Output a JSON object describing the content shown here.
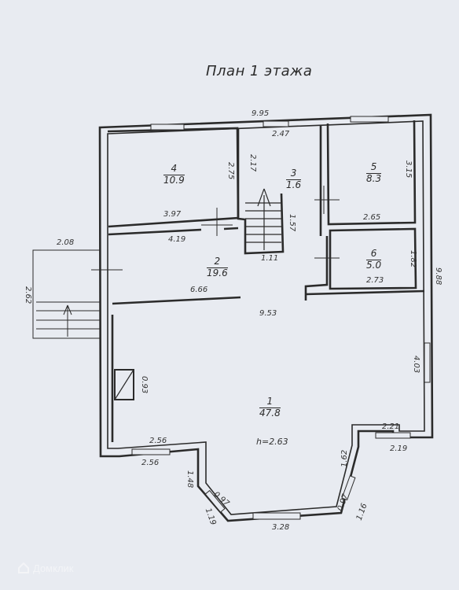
{
  "title": "План 1 этажа",
  "rooms": [
    {
      "num": "1",
      "area": "47.8"
    },
    {
      "num": "2",
      "area": "19.6"
    },
    {
      "num": "3",
      "area": "1.6"
    },
    {
      "num": "4",
      "area": "10.9"
    },
    {
      "num": "5",
      "area": "8.3"
    },
    {
      "num": "6",
      "area": "5.0"
    }
  ],
  "height_label": "h=2.63",
  "dimensions": {
    "total_top": "9.95",
    "stair_top": "2.47",
    "r4_height": "2.75",
    "stair_height": "2.17",
    "r5_height": "3.15",
    "r4_width": "3.97",
    "stair_len": "1.57",
    "r5_width": "2.65",
    "corr_top": "4.19",
    "stair_width": "1.11",
    "porch_width": "2.08",
    "r6_height": "1.82",
    "total_right": "9.88",
    "r6_width": "2.73",
    "porch_height": "2.62",
    "corr_bottom": "6.66",
    "hall_width": "9.53",
    "right_wall": "4.03",
    "chimney": "0.93",
    "bay_left_top": "2.56",
    "bay_left_bottom": "2.56",
    "bay_right_top": "2.21",
    "bay_right_bottom": "2.19",
    "bay_left_side": "1.48",
    "bay_right_side": "1.62",
    "bay_left_diag": "0.97",
    "bay_right_diag": "0.97",
    "bay_left_corner": "1.19",
    "bay_right_corner": "1.16",
    "bay_front": "3.28"
  },
  "watermark": "Домклик"
}
